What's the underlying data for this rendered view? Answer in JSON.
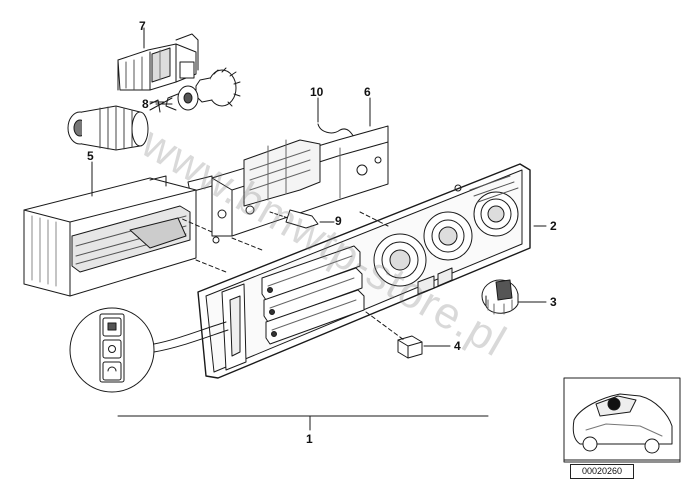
{
  "callouts": {
    "c1": "1",
    "c2": "2",
    "c3": "3",
    "c4": "4",
    "c5": "5",
    "c6": "6",
    "c7": "7",
    "c8": "8",
    "c9": "9",
    "c10": "10"
  },
  "watermark": "www.bmwtp-store.pl",
  "diagram_code": "00020260",
  "colors": {
    "line": "#1a1a1a",
    "shade": "#9a9a9a",
    "watermark": "#8a8a8a"
  }
}
